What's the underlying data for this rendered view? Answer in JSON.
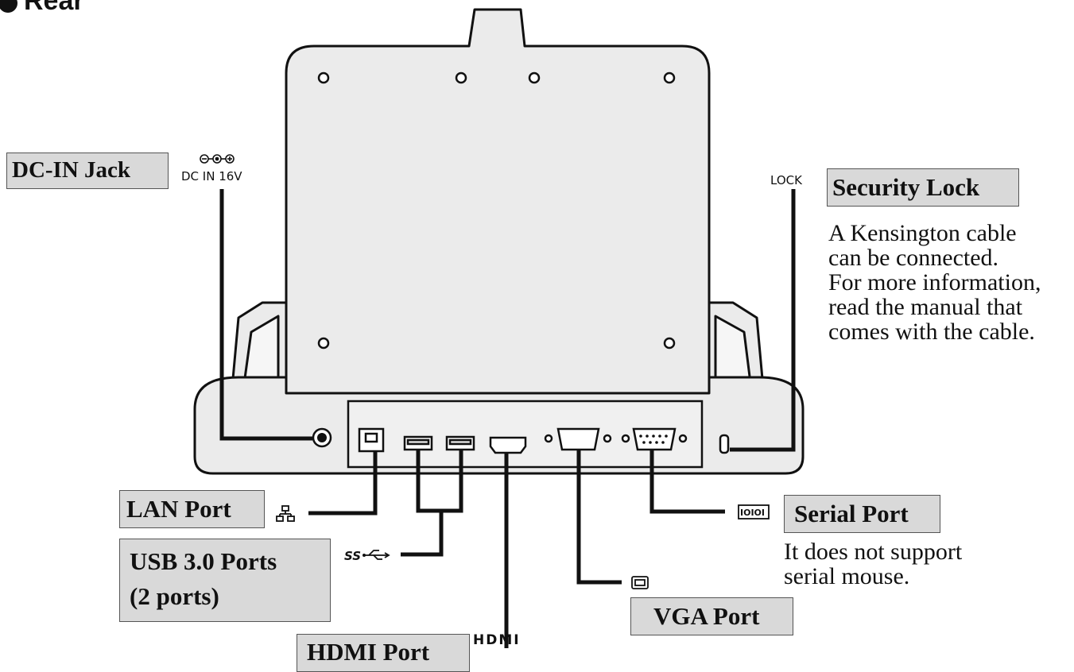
{
  "section_heading": "Rear",
  "port_symbols": {
    "dc_in": "DC IN 16V",
    "lock": "LOCK",
    "hdmi": "HDMI"
  },
  "callouts": {
    "dc_in_jack": "DC-IN Jack",
    "security_lock": "Security Lock",
    "lan_port": "LAN Port",
    "usb_ports_line1": "USB 3.0 Ports",
    "usb_ports_line2": "(2 ports)",
    "hdmi_port": "HDMI Port",
    "vga_port": "VGA Port",
    "serial_port": "Serial Port"
  },
  "descriptions": {
    "security_lock": [
      "A Kensington cable",
      "can be connected.",
      "For more information,",
      "read the manual that",
      "comes with the cable."
    ],
    "serial_port": [
      "It does not support",
      "serial mouse."
    ]
  },
  "colors": {
    "callout_fill": "#d9d9d9",
    "device_fill": "#ebebeb",
    "line": "#111111"
  }
}
